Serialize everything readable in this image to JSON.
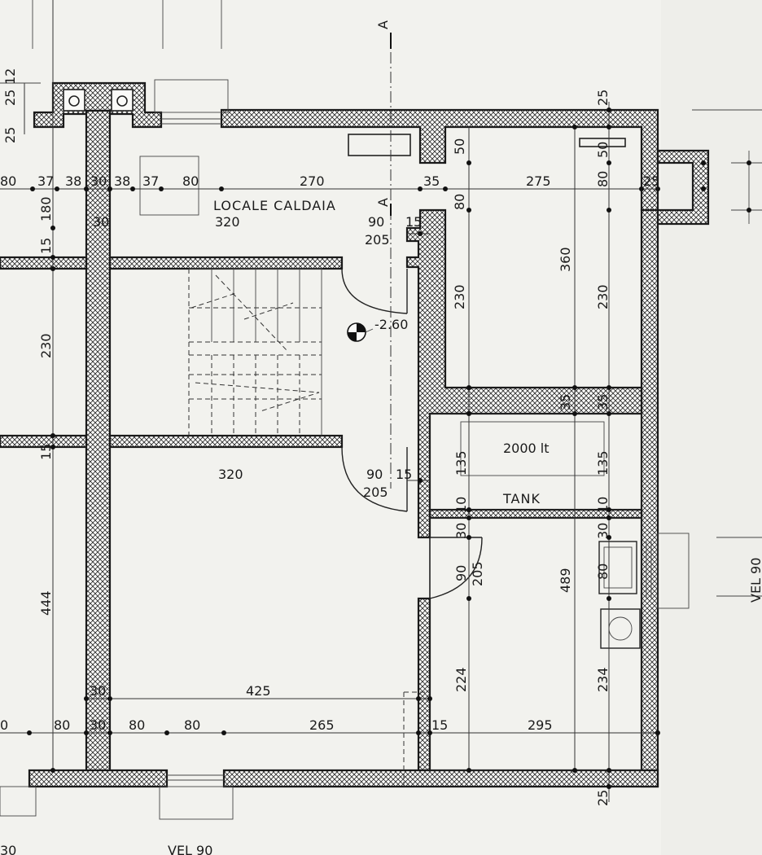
{
  "room_label": "LOCALE  CALDAIA",
  "tank_label": "TANK",
  "tank_capacity": "2000 lt",
  "level_mark": "-2.60",
  "section_marks": [
    "A",
    "A"
  ],
  "dimensions": [
    "25",
    "12",
    "25",
    "80",
    "37",
    "38",
    "30",
    "38",
    "37",
    "80",
    "270",
    "35",
    "275",
    "80",
    "25",
    "180",
    "30",
    "320",
    "90",
    "15",
    "205",
    "80",
    "50",
    "50",
    "25",
    "15",
    "230",
    "230",
    "360",
    "230",
    "35",
    "35",
    "15",
    "320",
    "90",
    "15",
    "205",
    "135",
    "135",
    "10",
    "10",
    "30",
    "30",
    "90",
    "205",
    "489",
    "80",
    "444",
    "224",
    "234",
    "30",
    "425",
    "0",
    "80",
    "30",
    "80",
    "80",
    "265",
    "15",
    "295",
    "25",
    "30",
    "VEL 90",
    "VEL 90"
  ]
}
